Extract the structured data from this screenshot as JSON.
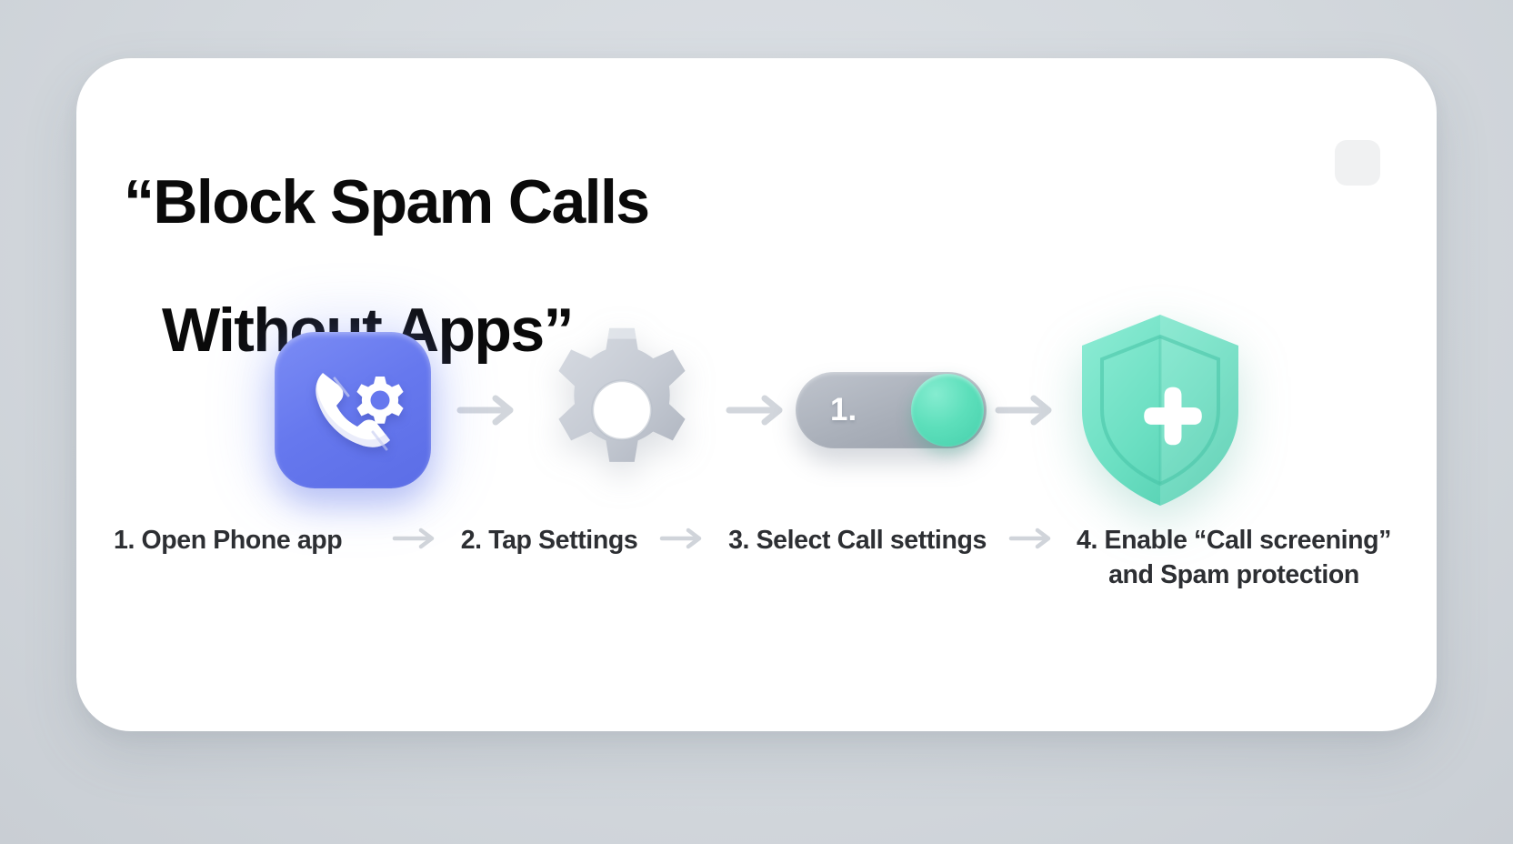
{
  "theme": {
    "page_background": "#d6dadf",
    "card_background": "#ffffff",
    "title_color": "#0a0a0a",
    "caption_color": "#2d2f33",
    "accent_blue": "#667eea",
    "accent_green": "#5ddfbb",
    "gray_icon": "#c5cad3",
    "arrow_gray": "#d2d6dc",
    "chip_gray": "#f0f1f2"
  },
  "card": {
    "title_line1": "“Block Spam Calls",
    "title_line2": "Without Apps”"
  },
  "steps": [
    {
      "index": "1.",
      "icon": "phone-settings-icon",
      "caption": "1. Open Phone app",
      "caption_line2": ""
    },
    {
      "index": "2.",
      "icon": "gear-icon",
      "caption": "2.  Tap Settings",
      "caption_line2": ""
    },
    {
      "index": "3.",
      "icon": "toggle-switch-icon",
      "toggle_label": "1.",
      "caption": "3. Select Call settings",
      "caption_line2": ""
    },
    {
      "index": "4.",
      "icon": "shield-plus-icon",
      "caption": "4. Enable “Call screening”",
      "caption_line2": "and Spam protection"
    }
  ],
  "separators": {
    "arrow": "arrow-right-icon"
  }
}
